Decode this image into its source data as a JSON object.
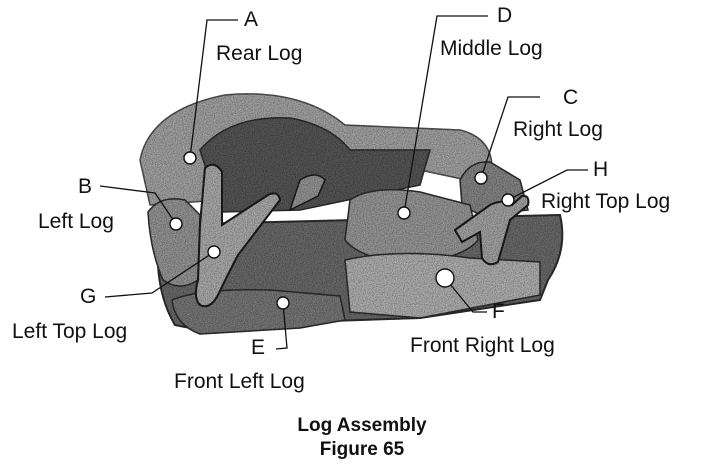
{
  "labels": {
    "a": {
      "letter": "A",
      "name": "Rear Log"
    },
    "b": {
      "letter": "B",
      "name": "Left Log"
    },
    "c": {
      "letter": "C",
      "name": "Right Log"
    },
    "d": {
      "letter": "D",
      "name": "Middle Log"
    },
    "e": {
      "letter": "E",
      "name": "Front Left Log"
    },
    "f": {
      "letter": "F",
      "name": "Front Right Log"
    },
    "g": {
      "letter": "G",
      "name": "Left Top Log"
    },
    "h": {
      "letter": "H",
      "name": "Right Top Log"
    }
  },
  "caption": {
    "title": "Log Assembly",
    "figure": "Figure 65"
  }
}
